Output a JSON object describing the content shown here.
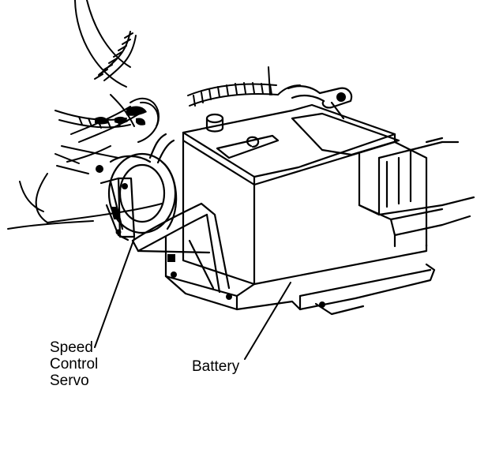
{
  "labels": {
    "speed_control_servo": [
      "Speed",
      "Control",
      "Servo"
    ],
    "battery": "Battery"
  },
  "colors": {
    "ink": "#000000",
    "background": "#ffffff"
  }
}
